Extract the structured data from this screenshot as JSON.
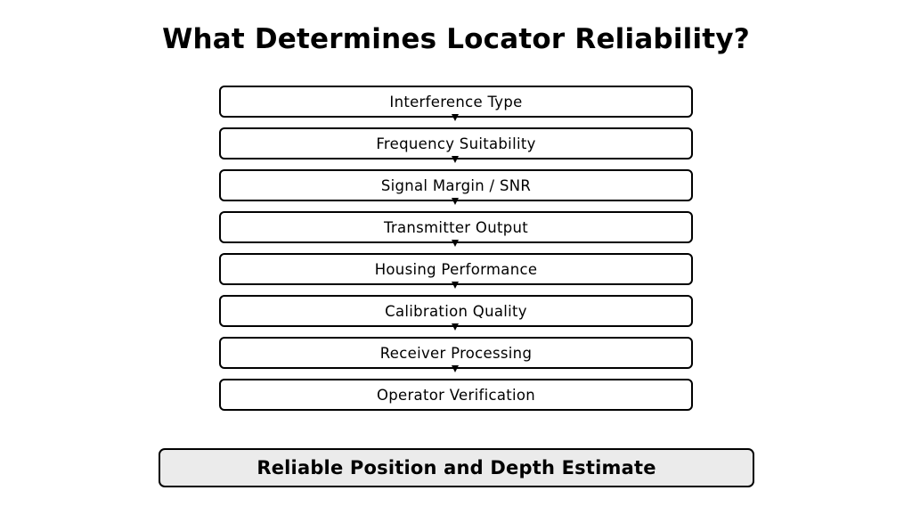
{
  "title": "What Determines Locator Reliability?",
  "steps": [
    {
      "label": "Interference Type"
    },
    {
      "label": "Frequency Suitability"
    },
    {
      "label": "Signal Margin / SNR"
    },
    {
      "label": "Transmitter Output"
    },
    {
      "label": "Housing Performance"
    },
    {
      "label": "Calibration Quality"
    },
    {
      "label": "Receiver Processing"
    },
    {
      "label": "Operator Verification"
    }
  ],
  "result": {
    "label": "Reliable Position and Depth Estimate"
  },
  "colors": {
    "border": "#000000",
    "result_fill": "#ebebeb",
    "background": "#ffffff"
  }
}
